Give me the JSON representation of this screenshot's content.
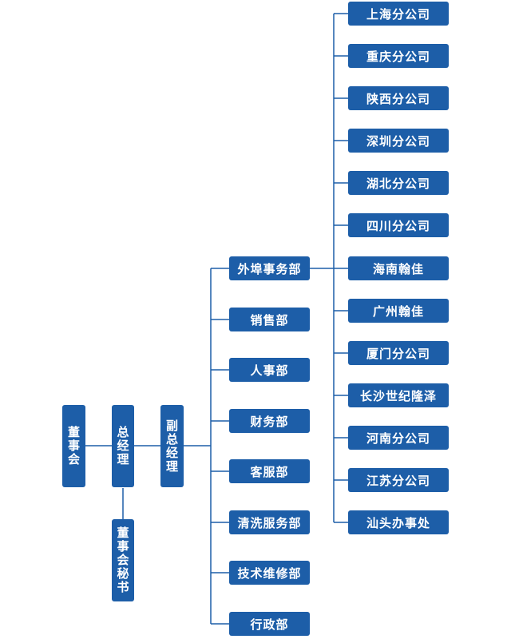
{
  "board": "董事会",
  "gm": "总经理",
  "secretary": "董事会秘书",
  "vgm": "副总经理",
  "departments": [
    "外埠事务部",
    "销售部",
    "人事部",
    "财务部",
    "客服部",
    "清洗服务部",
    "技术维修部",
    "行政部"
  ],
  "branches": [
    "上海分公司",
    "重庆分公司",
    "陕西分公司",
    "深圳分公司",
    "湖北分公司",
    "四川分公司",
    "海南翰佳",
    "广州翰佳",
    "厦门分公司",
    "长沙世纪隆泽",
    "河南分公司",
    "江苏分公司",
    "汕头办事处"
  ],
  "colors": {
    "node": "#1d5ea8",
    "line": "#1d5ea8",
    "text": "#ffffff"
  }
}
